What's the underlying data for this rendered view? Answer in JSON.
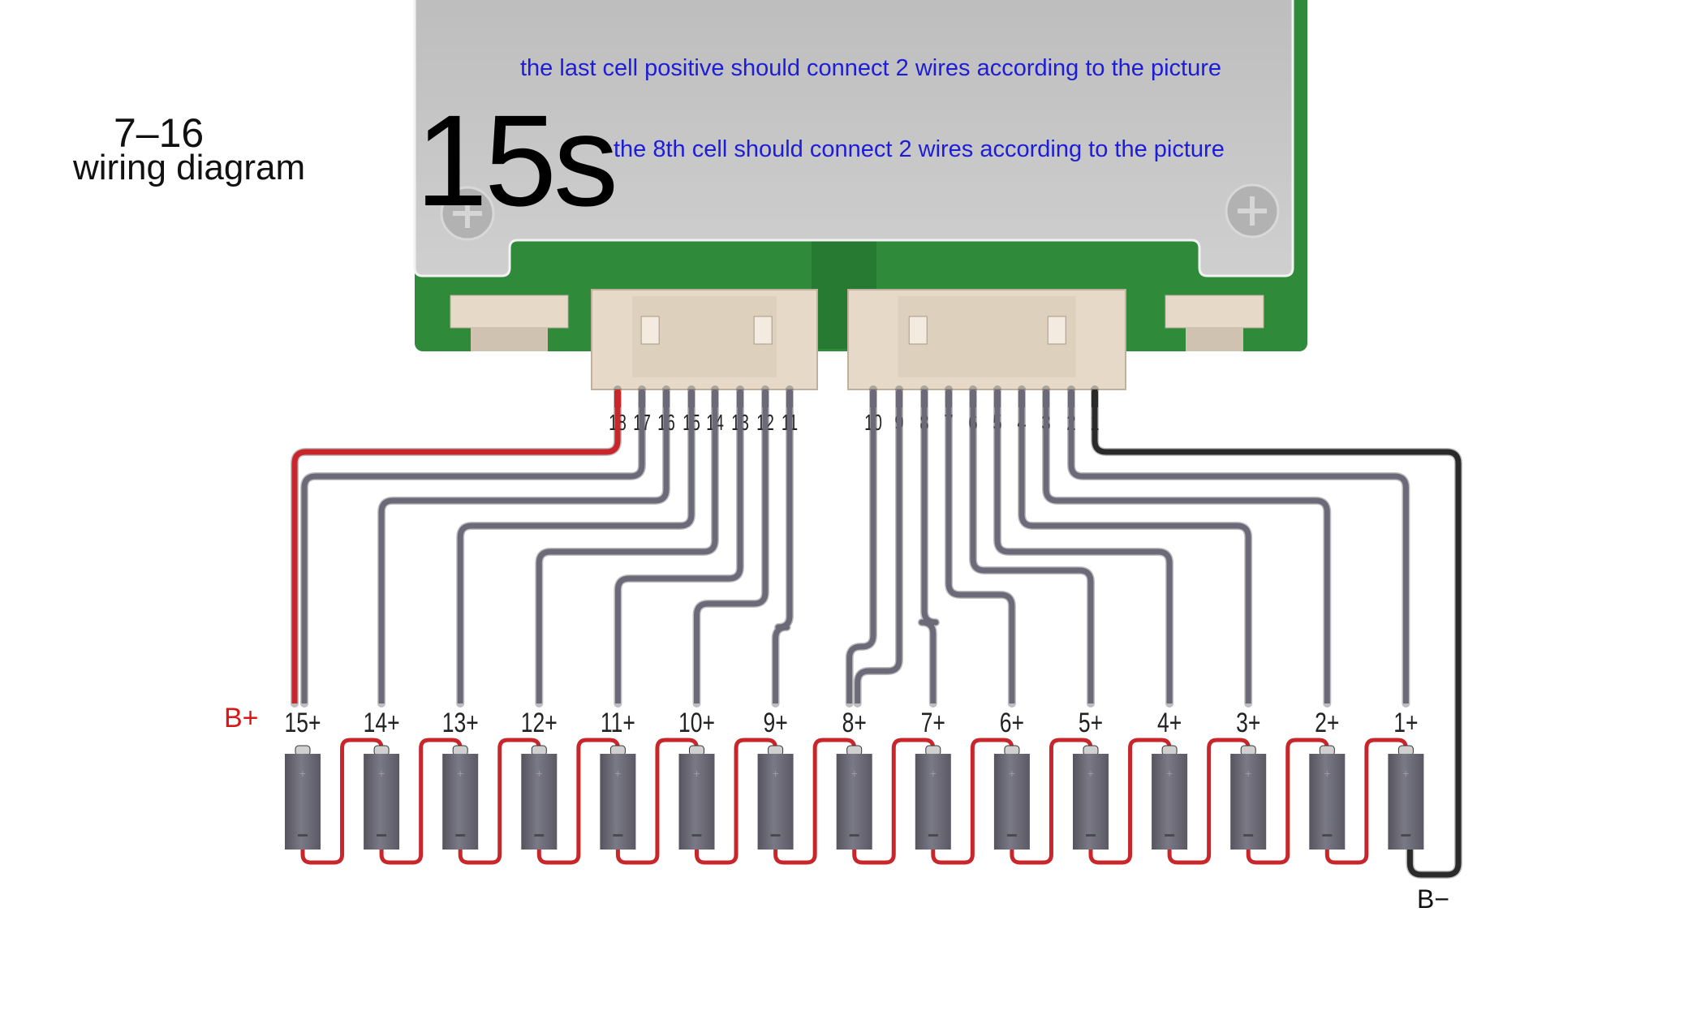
{
  "title": {
    "range": "7–16",
    "subtitle": "wiring diagram"
  },
  "board": {
    "cell_count_label": "15s"
  },
  "notes": [
    "the last cell positive should connect 2 wires according to the picture",
    "the 8th cell should connect 2 wires according to the picture"
  ],
  "terminals": {
    "positive": "B+",
    "negative": "B−"
  },
  "pins": [
    "18",
    "17",
    "16",
    "15",
    "14",
    "13",
    "12",
    "11",
    "10",
    "9",
    "8",
    "7",
    "6",
    "5",
    "4",
    "3",
    "2",
    "1"
  ],
  "cells": [
    "15+",
    "14+",
    "13+",
    "12+",
    "11+",
    "10+",
    "9+",
    "8+",
    "7+",
    "6+",
    "5+",
    "4+",
    "3+",
    "2+",
    "1+"
  ],
  "connections": [
    {
      "pin": "18",
      "cell": "15+",
      "color": "red"
    },
    {
      "pin": "17",
      "cell": "15+",
      "color": "gray"
    },
    {
      "pin": "16",
      "cell": "14+",
      "color": "gray"
    },
    {
      "pin": "15",
      "cell": "13+",
      "color": "gray"
    },
    {
      "pin": "14",
      "cell": "12+",
      "color": "gray"
    },
    {
      "pin": "13",
      "cell": "11+",
      "color": "gray"
    },
    {
      "pin": "12",
      "cell": "10+",
      "color": "gray"
    },
    {
      "pin": "11",
      "cell": "9+",
      "color": "gray"
    },
    {
      "pin": "10",
      "cell": "8+",
      "color": "gray"
    },
    {
      "pin": "9",
      "cell": "8+",
      "color": "gray"
    },
    {
      "pin": "8",
      "cell": "7+",
      "color": "gray"
    },
    {
      "pin": "7",
      "cell": "6+",
      "color": "gray"
    },
    {
      "pin": "6",
      "cell": "5+",
      "color": "gray"
    },
    {
      "pin": "5",
      "cell": "4+",
      "color": "gray"
    },
    {
      "pin": "4",
      "cell": "3+",
      "color": "gray"
    },
    {
      "pin": "3",
      "cell": "2+",
      "color": "gray"
    },
    {
      "pin": "2",
      "cell": "1+",
      "color": "gray"
    },
    {
      "pin": "1",
      "cell": "B−",
      "color": "black"
    }
  ],
  "colors": {
    "red": "#c8262a",
    "gray": "#6c6a78",
    "black": "#2a2a2a",
    "note": "#1d1dd8",
    "pcb": "#2f8a3a",
    "cover": "#c4c4c4",
    "connector": "#e6d9c8",
    "cell": "#6d6c78"
  }
}
